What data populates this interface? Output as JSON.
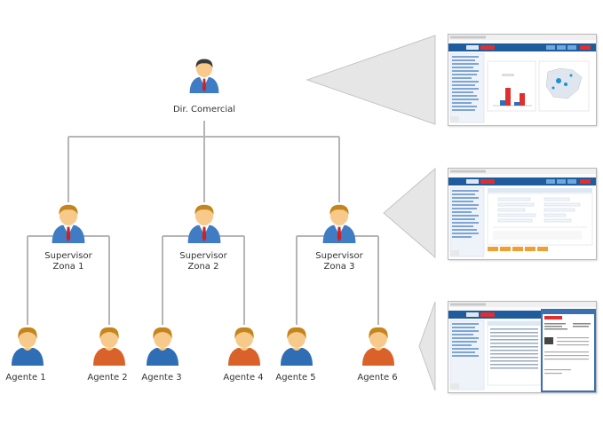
{
  "org_chart": {
    "director": {
      "label": "Dir. Comercial"
    },
    "supervisors": [
      {
        "label_line1": "Supervisor",
        "label_line2": "Zona 1"
      },
      {
        "label_line1": "Supervisor",
        "label_line2": "Zona 2"
      },
      {
        "label_line1": "Supervisor",
        "label_line2": "Zona 3"
      }
    ],
    "agents": [
      {
        "label": "Agente 1",
        "shirt": "blue"
      },
      {
        "label": "Agente 2",
        "shirt": "orange"
      },
      {
        "label": "Agente 3",
        "shirt": "blue"
      },
      {
        "label": "Agente 4",
        "shirt": "orange"
      },
      {
        "label": "Agente 5",
        "shirt": "blue"
      },
      {
        "label": "Agente 6",
        "shirt": "orange"
      }
    ]
  },
  "screenshots": [
    {
      "level": "director",
      "view": "dashboard"
    },
    {
      "level": "supervisor",
      "view": "form"
    },
    {
      "level": "agent",
      "view": "list-and-document"
    }
  ],
  "colors": {
    "connector": "#b5b5b5",
    "callout_fill": "#e6e6e6",
    "callout_stroke": "#c4c4c4",
    "suit": "#3f7cc4",
    "tie": "#d02020",
    "hair": "#c4861c",
    "hair_dark": "#3a3a3a",
    "skin": "#f7c98a",
    "agent_blue": "#2f6db5",
    "agent_orange": "#d9622b",
    "app_header": "#1f5c9e",
    "app_accent": "#e02f2f"
  }
}
